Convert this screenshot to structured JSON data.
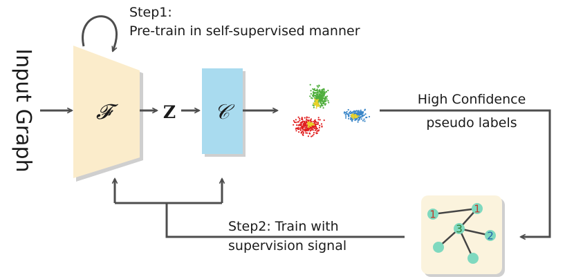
{
  "input_label": "Input Graph",
  "encoder_symbol": "𝓕",
  "embedding_symbol": "Z",
  "clustering_symbol": "𝒞",
  "step1": {
    "title": "Step1:",
    "description": "Pre-train in self-supervised manner"
  },
  "pseudo_labels": {
    "line1": "High Confidence",
    "line2": "pseudo labels"
  },
  "step2": {
    "line1": "Step2: Train with",
    "line2": "supervision signal"
  },
  "graph_nodes": {
    "node_a": "1",
    "node_b": "1",
    "node_c": "3",
    "node_d": "2"
  },
  "colors": {
    "encoder_fill": "#fbeccb",
    "clustering_fill": "#a9dbef",
    "graph_box_fill": "#fbf3dd",
    "node_fill": "#7fd9bf",
    "arrow": "#4d4d4d",
    "cluster_red": "#e02020",
    "cluster_green": "#4fae3c",
    "cluster_blue": "#3a86c8",
    "cluster_yellow": "#e8d22a"
  }
}
